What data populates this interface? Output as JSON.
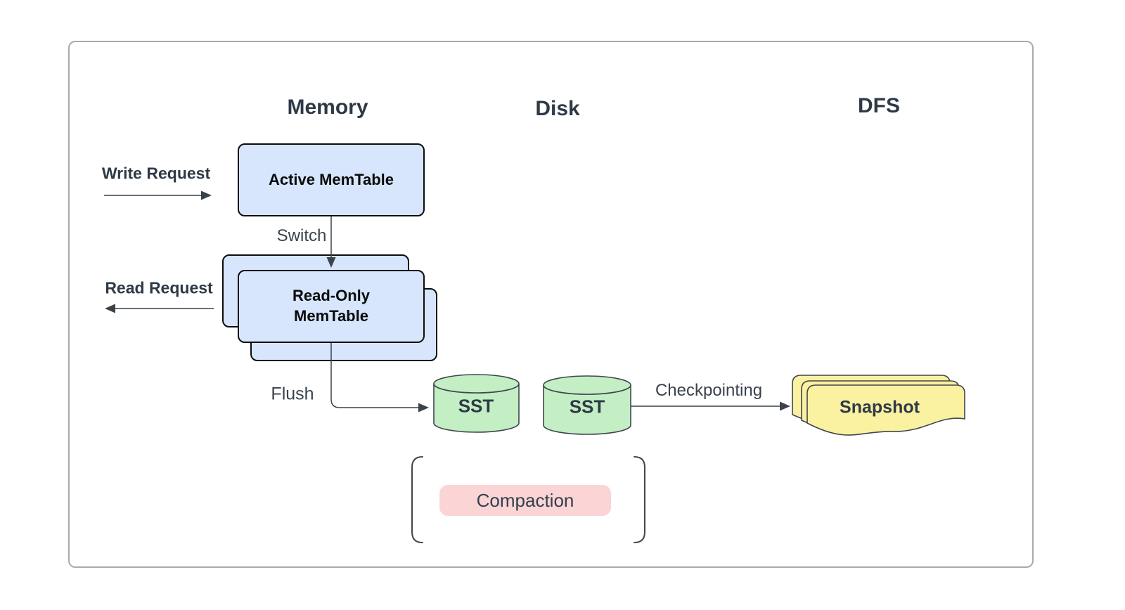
{
  "headings": {
    "memory": "Memory",
    "disk": "Disk",
    "dfs": "DFS"
  },
  "nodes": {
    "active_memtable": {
      "label": "Active MemTable"
    },
    "readonly_memtable": {
      "line1": "Read-Only",
      "line2": "MemTable"
    },
    "sst_flushed": {
      "label": "SST"
    },
    "sst_disk": {
      "label": "SST"
    },
    "snapshot": {
      "label": "Snapshot"
    },
    "compaction": {
      "label": "Compaction"
    }
  },
  "edges": {
    "write_request": {
      "label": "Write Request"
    },
    "read_request": {
      "label": "Read Request"
    },
    "switch": {
      "label": "Switch"
    },
    "flush": {
      "label": "Flush"
    },
    "checkpointing": {
      "label": "Checkpointing"
    }
  },
  "colors": {
    "memtable_fill": "#D7E6FC",
    "memtable_border": "#0D0D0D",
    "sst_fill": "#C4EEC4",
    "snapshot_fill": "#FAF1A1",
    "compaction_fill": "#FBD5D6",
    "shape_stroke": "#3F474E",
    "text_dark": "#2E3A46",
    "frame_border": "#A7ABB0",
    "background": "#FFFFFF"
  }
}
